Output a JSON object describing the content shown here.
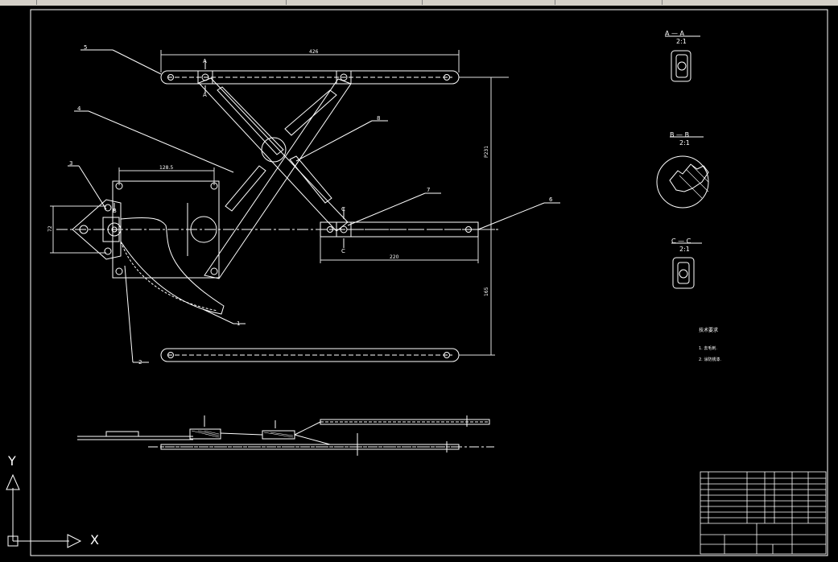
{
  "drawing": {
    "labels": {
      "section_a": "A — A",
      "section_b": "B — B",
      "section_c": "C — C",
      "scale_a": "2:1",
      "scale_b": "2:1",
      "scale_c": "2:1",
      "part_1": "1",
      "part_2": "2",
      "part_3": "3",
      "part_4": "4",
      "part_5": "5",
      "part_6": "6",
      "part_7": "7",
      "part_8": "8",
      "mark_a_top": "A",
      "mark_a_bottom": "A",
      "mark_b": "B",
      "mark_c_top": "C",
      "mark_c_bottom": "C"
    },
    "dimensions": {
      "top_length": "426",
      "bracket_length": "128.5",
      "bottom_rail_length": "220",
      "height_total": "P231",
      "height_lower": "165",
      "left_height": "72"
    },
    "notes": {
      "title": "技术要求",
      "line1": "1. 去毛刺.",
      "line2": "2. 涂防锈漆."
    },
    "axes": {
      "x": "X",
      "y": "Y"
    },
    "colors": {
      "background": "#000000",
      "lines": "#ffffff",
      "dim": "#e0e0e0"
    }
  }
}
